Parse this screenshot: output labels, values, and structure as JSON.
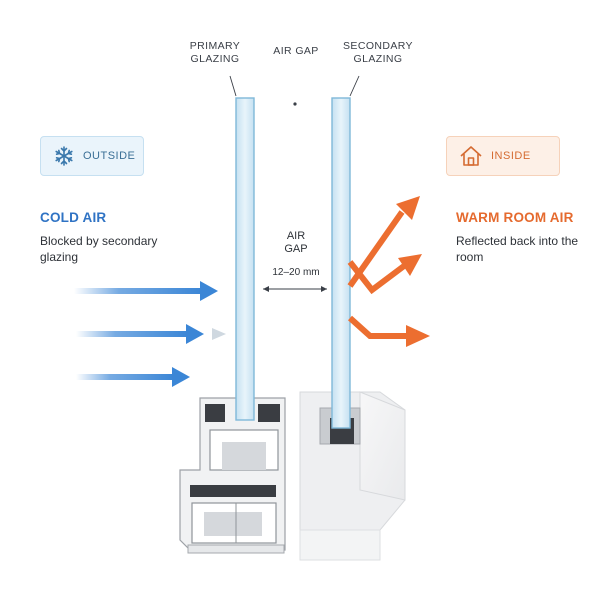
{
  "labels": {
    "primary_glazing": "PRIMARY GLAZING",
    "air_gap_top": "AIR GAP",
    "secondary_glazing": "SECONDARY GLAZING"
  },
  "outside_badge": {
    "label": "OUTSIDE",
    "icon": "snowflake-icon"
  },
  "inside_badge": {
    "label": "INSIDE",
    "icon": "house-icon"
  },
  "cold_air": {
    "title": "COLD AIR",
    "description": "Blocked by secondary glazing"
  },
  "warm_air": {
    "title": "WARM ROOM AIR",
    "description": "Reflected back into the room"
  },
  "air_gap": {
    "label": "AIR GAP",
    "range": "12–20 mm"
  },
  "colors": {
    "cold_arrow": "#3b86d6",
    "warm_arrow": "#ec6e30",
    "glass_fill": "#d9ecf6",
    "glass_stroke": "#7fb8d9",
    "frame_dark": "#3a3d42"
  }
}
